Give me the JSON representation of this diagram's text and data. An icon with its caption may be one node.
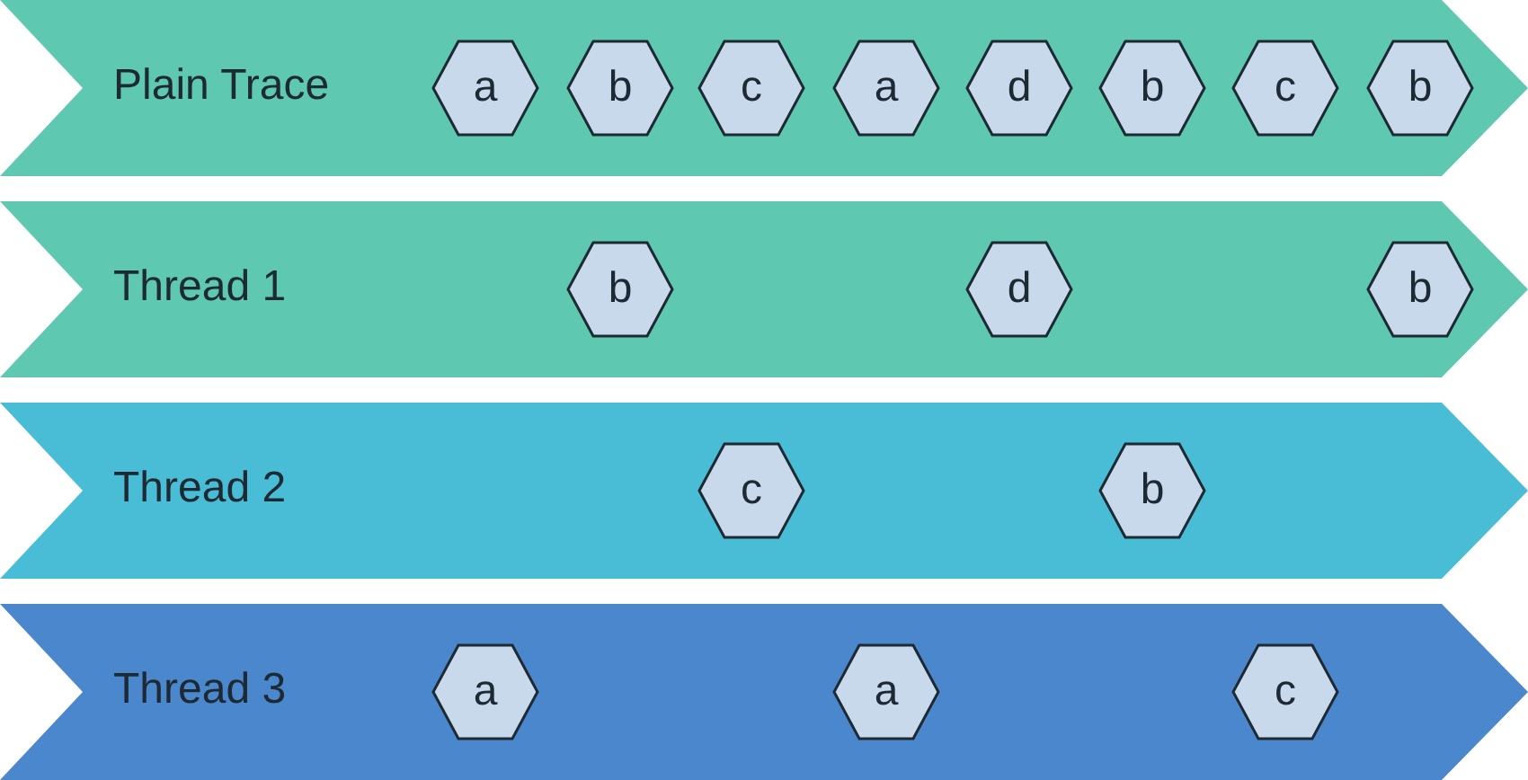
{
  "diagram": {
    "nodes": [
      {
        "text": [
          "Plain Trace"
        ]
      },
      {
        "text": [
          "a"
        ],
        "in": 0
      },
      {
        "text": [
          "b"
        ],
        "in": 0
      },
      {
        "text": [
          "c"
        ],
        "in": 0
      },
      {
        "text": [
          "a"
        ],
        "in": 0
      },
      {
        "text": [
          "d"
        ],
        "in": 0
      },
      {
        "text": [
          "b"
        ],
        "in": 0
      },
      {
        "text": [
          "c"
        ],
        "in": 0
      },
      {
        "text": [
          "b"
        ],
        "in": 0
      },
      {
        "text": [
          "Thread 1"
        ]
      },
      {
        "text": [
          "b"
        ],
        "in": 9
      },
      {
        "text": [
          "d"
        ],
        "in": 9
      },
      {
        "text": [
          "b"
        ],
        "in": 9
      },
      {
        "text": [
          "Thread 2"
        ]
      },
      {
        "text": [
          "c"
        ],
        "in": 13
      },
      {
        "text": [
          "b"
        ],
        "in": 13
      },
      {
        "text": [
          "Thread 3"
        ]
      },
      {
        "text": [
          "a"
        ],
        "in": 16
      },
      {
        "text": [
          "a"
        ],
        "in": 16
      },
      {
        "text": [
          "c"
        ],
        "in": 16
      }
    ]
  }
}
